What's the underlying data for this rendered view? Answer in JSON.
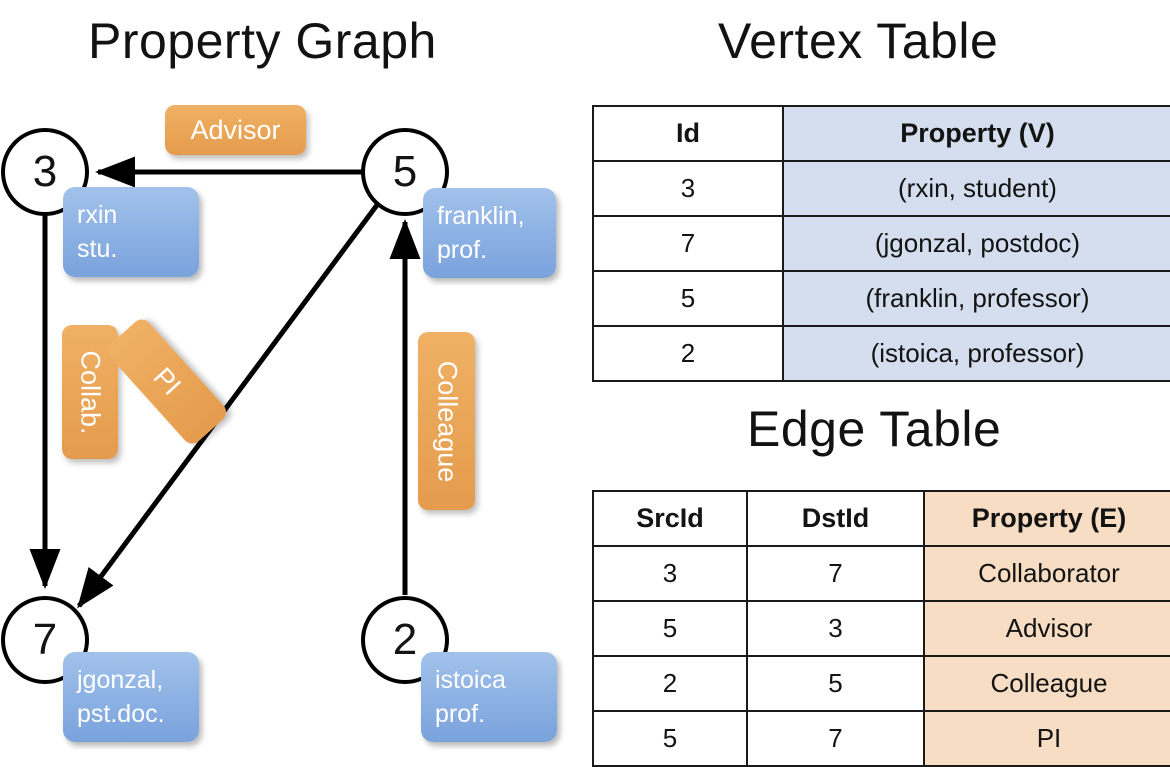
{
  "titles": {
    "property_graph": "Property Graph",
    "vertex_table": "Vertex Table",
    "edge_table": "Edge Table"
  },
  "graph": {
    "nodes": [
      {
        "id": "3",
        "property_line1": "rxin",
        "property_line2": "stu.",
        "property_text": "rxin\nstu."
      },
      {
        "id": "5",
        "property_line1": "franklin,",
        "property_line2": "prof.",
        "property_text": "franklin,\nprof."
      },
      {
        "id": "7",
        "property_line1": "jgonzal,",
        "property_line2": "pst.doc.",
        "property_text": "jgonzal,\npst.doc."
      },
      {
        "id": "2",
        "property_line1": "istoica",
        "property_line2": "prof.",
        "property_text": "istoica\nprof."
      }
    ],
    "edge_labels": [
      {
        "key": "advisor",
        "label": "Advisor"
      },
      {
        "key": "collab",
        "label": "Collab."
      },
      {
        "key": "pi",
        "label": "PI"
      },
      {
        "key": "colleague",
        "label": "Colleague"
      }
    ]
  },
  "vertex_table": {
    "headers": [
      "Id",
      "Property (V)"
    ],
    "rows": [
      {
        "id": "3",
        "property": "(rxin, student)"
      },
      {
        "id": "7",
        "property": "(jgonzal, postdoc)"
      },
      {
        "id": "5",
        "property": "(franklin, professor)"
      },
      {
        "id": "2",
        "property": "(istoica, professor)"
      }
    ]
  },
  "edge_table": {
    "headers": [
      "SrcId",
      "DstId",
      "Property (E)"
    ],
    "rows": [
      {
        "src": "3",
        "dst": "7",
        "property": "Collaborator"
      },
      {
        "src": "5",
        "dst": "3",
        "property": "Advisor"
      },
      {
        "src": "2",
        "dst": "5",
        "property": "Colleague"
      },
      {
        "src": "5",
        "dst": "7",
        "property": "PI"
      }
    ]
  },
  "colors": {
    "vertex_property_fill": "#d4deef",
    "edge_property_fill": "#f6ddc3",
    "node_box_blue": "#8fb3e4",
    "edge_label_orange": "#eaa658",
    "stroke": "#1a1a1a",
    "background": "#ffffff"
  }
}
